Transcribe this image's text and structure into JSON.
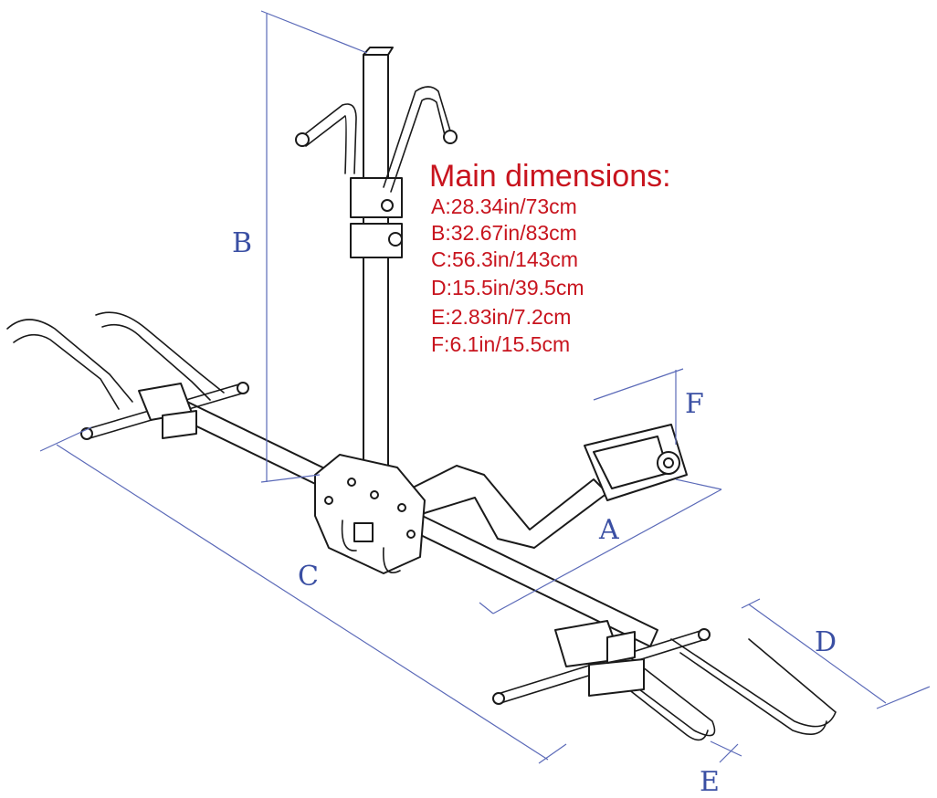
{
  "specs": {
    "title": "Main dimensions:",
    "lines": [
      "A:28.34in/73cm",
      "B:32.67in/83cm",
      "C:56.3in/143cm",
      "D:15.5in/39.5cm",
      "E:2.83in/7.2cm",
      "F:6.1in/15.5cm"
    ]
  },
  "dimension_labels": {
    "A": "A",
    "B": "B",
    "C": "C",
    "D": "D",
    "E": "E",
    "F": "F"
  },
  "colors": {
    "spec_text": "#c8141e",
    "dimension_lines": "#5b6ab8",
    "outline": "#1a1a1a"
  }
}
